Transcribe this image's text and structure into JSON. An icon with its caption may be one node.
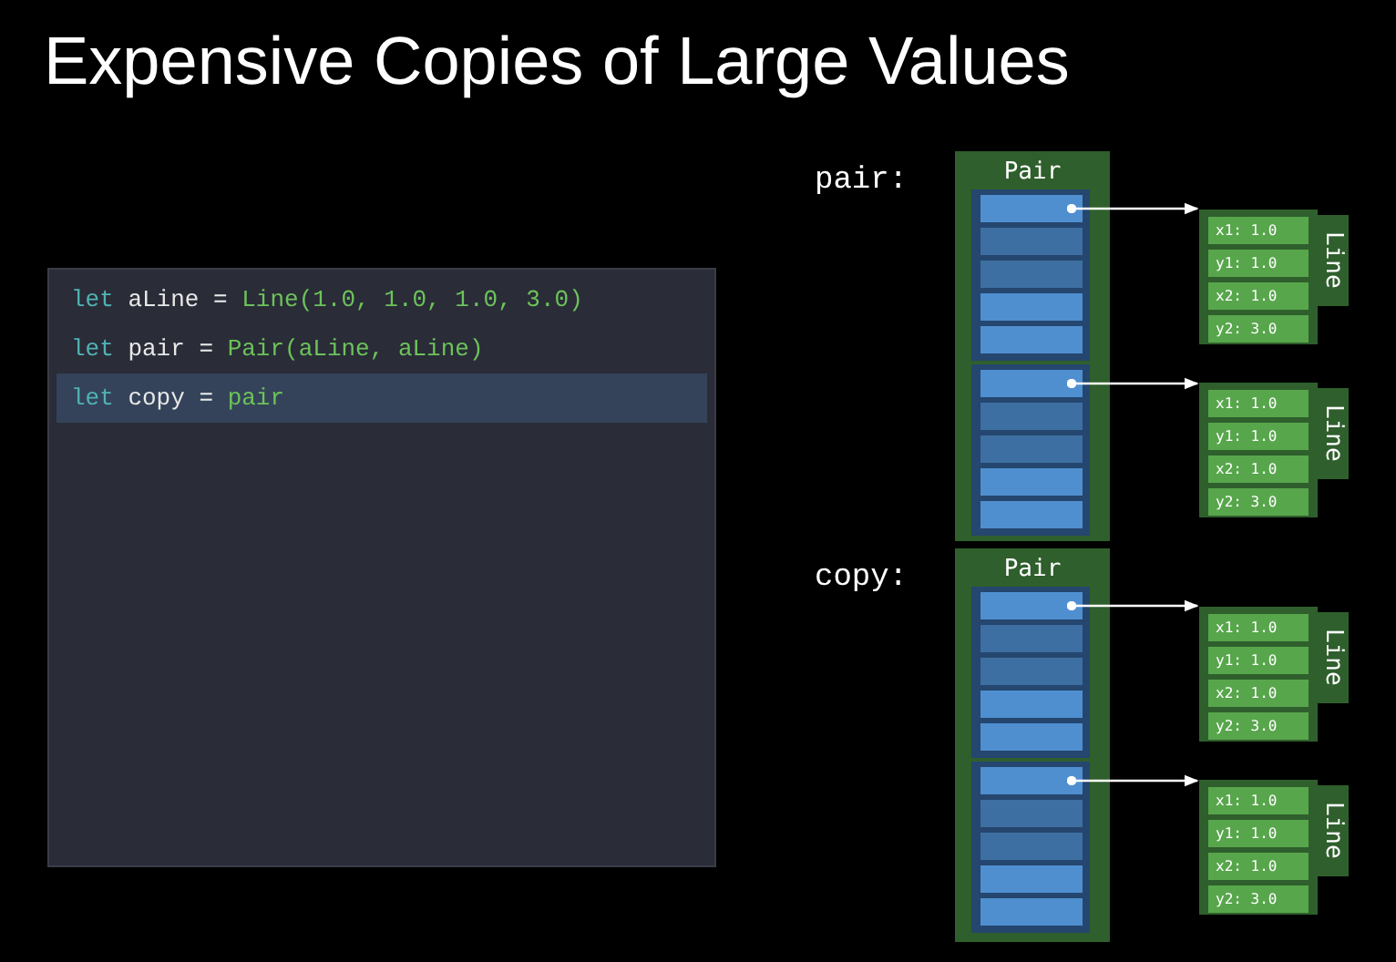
{
  "diagram": {
    "title": "Expensive Copies of Large Values",
    "nodes": [
      {
        "text": [
          "let aLine = Line(1.0, 1.0, 1.0, 3.0)",
          "let pair = Pair(aLine, aLine)",
          "let copy = pair"
        ]
      },
      {
        "text": [
          "Pair"
        ],
        "beside": [
          "pair:"
        ]
      },
      {
        "text": [],
        "shape": "box",
        "in": 1
      },
      {
        "text": [],
        "shape": "bar",
        "in": 2
      },
      {
        "text": [],
        "shape": "bar",
        "in": 2
      },
      {
        "text": [],
        "shape": "bar",
        "in": 2
      },
      {
        "text": [],
        "shape": "bar",
        "in": 2
      },
      {
        "text": [],
        "shape": "bar",
        "in": 2
      },
      {
        "text": [],
        "shape": "box",
        "in": 1
      },
      {
        "text": [],
        "shape": "bar",
        "in": 8
      },
      {
        "text": [],
        "shape": "bar",
        "in": 8
      },
      {
        "text": [],
        "shape": "bar",
        "in": 8
      },
      {
        "text": [],
        "shape": "bar",
        "in": 8
      },
      {
        "text": [],
        "shape": "bar",
        "in": 8
      },
      {
        "text": [
          "Line"
        ]
      },
      {
        "text": [
          "x1: 1.0"
        ],
        "in": 14
      },
      {
        "text": [
          "y1: 1.0"
        ],
        "in": 14
      },
      {
        "text": [
          "x2: 1.0"
        ],
        "in": 14
      },
      {
        "text": [
          "y2: 3.0"
        ],
        "in": 14
      },
      {
        "text": [
          "Line"
        ]
      },
      {
        "text": [
          "x1: 1.0"
        ],
        "in": 19
      },
      {
        "text": [
          "y1: 1.0"
        ],
        "in": 19
      },
      {
        "text": [
          "x2: 1.0"
        ],
        "in": 19
      },
      {
        "text": [
          "y2: 3.0"
        ],
        "in": 19
      },
      {
        "text": [
          "Pair"
        ],
        "beside": [
          "copy:"
        ]
      },
      {
        "text": [],
        "shape": "box",
        "in": 24
      },
      {
        "text": [],
        "shape": "bar",
        "in": 25
      },
      {
        "text": [],
        "shape": "bar",
        "in": 25
      },
      {
        "text": [],
        "shape": "bar",
        "in": 25
      },
      {
        "text": [],
        "shape": "bar",
        "in": 25
      },
      {
        "text": [],
        "shape": "bar",
        "in": 25
      },
      {
        "text": [],
        "shape": "box",
        "in": 24
      },
      {
        "text": [],
        "shape": "bar",
        "in": 31
      },
      {
        "text": [],
        "shape": "bar",
        "in": 31
      },
      {
        "text": [],
        "shape": "bar",
        "in": 31
      },
      {
        "text": [],
        "shape": "bar",
        "in": 31
      },
      {
        "text": [],
        "shape": "bar",
        "in": 31
      },
      {
        "text": [
          "Line"
        ]
      },
      {
        "text": [
          "x1: 1.0"
        ],
        "in": 37
      },
      {
        "text": [
          "y1: 1.0"
        ],
        "in": 37
      },
      {
        "text": [
          "x2: 1.0"
        ],
        "in": 37
      },
      {
        "text": [
          "y2: 3.0"
        ],
        "in": 37
      },
      {
        "text": [
          "Line"
        ]
      },
      {
        "text": [
          "x1: 1.0"
        ],
        "in": 42
      },
      {
        "text": [
          "y1: 1.0"
        ],
        "in": 42
      },
      {
        "text": [
          "x2: 1.0"
        ],
        "in": 42
      },
      {
        "text": [
          "y2: 3.0"
        ],
        "in": 42
      }
    ],
    "edges": [
      {
        "from": 3,
        "to": 14,
        "arrow": "to"
      },
      {
        "from": 9,
        "to": 19,
        "arrow": "to"
      },
      {
        "from": 26,
        "to": 37,
        "arrow": "to"
      },
      {
        "from": 32,
        "to": 42,
        "arrow": "to"
      }
    ]
  }
}
